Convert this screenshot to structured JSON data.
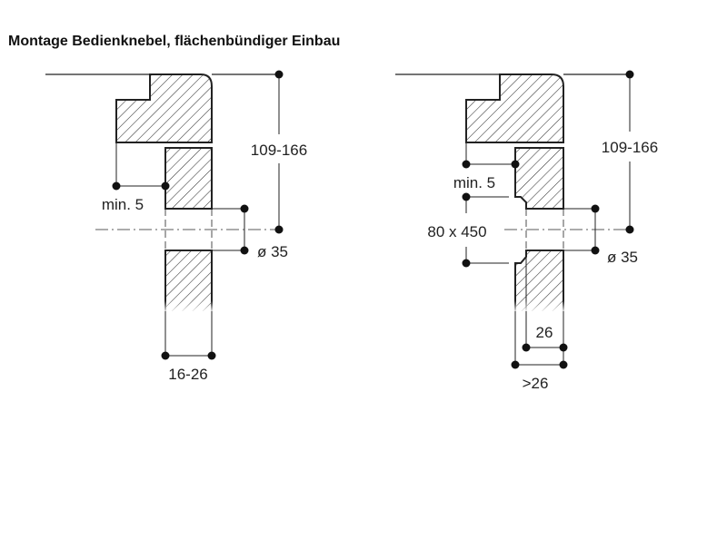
{
  "title": "Montage Bedienknebel, flächenbündiger Einbau",
  "left_drawing": {
    "height_dim": "109-166",
    "min_gap": "min. 5",
    "hole_diameter": "ø 35",
    "panel_thickness": "16-26"
  },
  "right_drawing": {
    "height_dim": "109-166",
    "min_gap": "min. 5",
    "cutout": "80 x 450",
    "hole_diameter": "ø 35",
    "panel_thickness": "26",
    "total_thickness": ">26"
  }
}
